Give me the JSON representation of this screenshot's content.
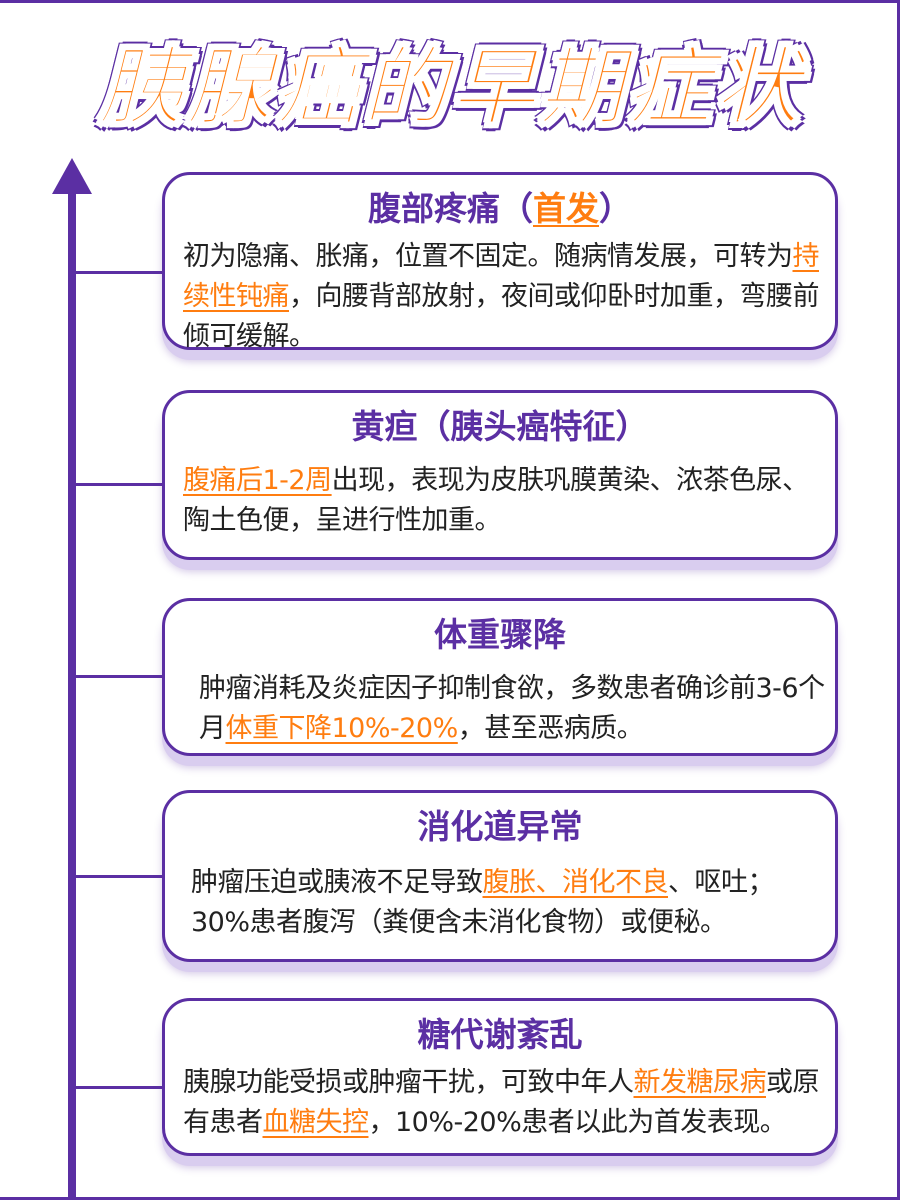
{
  "title": "胰腺癌的早期症状",
  "colors": {
    "purple": "#5b2fa3",
    "orange": "#ff7d10"
  },
  "cards": [
    {
      "title_main": "腹部疼痛（",
      "title_hl": "首发",
      "title_end": "）",
      "body": [
        {
          "t": "初为隐痛、胀痛，位置不固定。随病情发展，可转为"
        },
        {
          "t": "持续性钝痛",
          "hl": true
        },
        {
          "t": "，向腰背部放射，夜间或仰卧时加重，弯腰前倾可缓解。"
        }
      ]
    },
    {
      "title_main": "黄疸（胰头癌特征）",
      "title_hl": "",
      "title_end": "",
      "body": [
        {
          "t": "腹痛后1-2周",
          "hl": true
        },
        {
          "t": "出现，表现为皮肤巩膜黄染、浓茶色尿、陶土色便，呈进行性加重。"
        }
      ]
    },
    {
      "title_main": "体重骤降",
      "title_hl": "",
      "title_end": "",
      "body": [
        {
          "t": "肿瘤消耗及炎症因子抑制食欲，多数患者确诊前3-6个月"
        },
        {
          "t": "体重下降10%-20%",
          "hl": true
        },
        {
          "t": "，甚至恶病质。"
        }
      ]
    },
    {
      "title_main": "消化道异常",
      "title_hl": "",
      "title_end": "",
      "body": [
        {
          "t": "肿瘤压迫或胰液不足导致"
        },
        {
          "t": "腹胀、消化不良",
          "hl": true
        },
        {
          "t": "、呕吐；30%患者腹泻（粪便含未消化食物）或便秘。"
        }
      ]
    },
    {
      "title_main": "糖代谢紊乱",
      "title_hl": "",
      "title_end": "",
      "body": [
        {
          "t": "胰腺功能受损或肿瘤干扰，可致中年人"
        },
        {
          "t": "新发糖尿病",
          "hl": true
        },
        {
          "t": "或原有患者"
        },
        {
          "t": "血糖失控",
          "hl": true
        },
        {
          "t": "，10%-20%患者以此为首发表现。"
        }
      ]
    }
  ]
}
